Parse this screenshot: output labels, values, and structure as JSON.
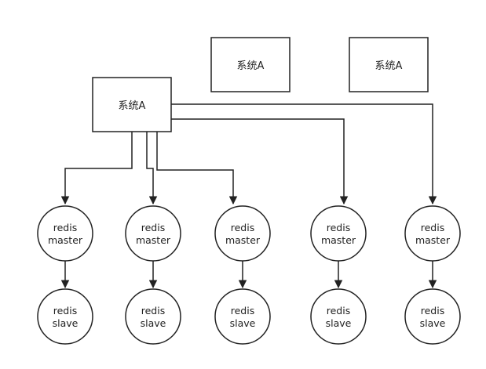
{
  "systems": [
    {
      "id": "sys-main",
      "label": "系统A"
    },
    {
      "id": "sys-2",
      "label": "系统A"
    },
    {
      "id": "sys-3",
      "label": "系统A"
    }
  ],
  "pairs": [
    {
      "master": [
        "redis",
        "master"
      ],
      "slave": [
        "redis",
        "slave"
      ]
    },
    {
      "master": [
        "redis",
        "master"
      ],
      "slave": [
        "redis",
        "slave"
      ]
    },
    {
      "master": [
        "redis",
        "master"
      ],
      "slave": [
        "redis",
        "slave"
      ]
    },
    {
      "master": [
        "redis",
        "master"
      ],
      "slave": [
        "redis",
        "slave"
      ]
    },
    {
      "master": [
        "redis",
        "master"
      ],
      "slave": [
        "redis",
        "slave"
      ]
    }
  ],
  "style": {
    "stroke": "#222222",
    "fill": "#ffffff",
    "text": "#222222"
  }
}
